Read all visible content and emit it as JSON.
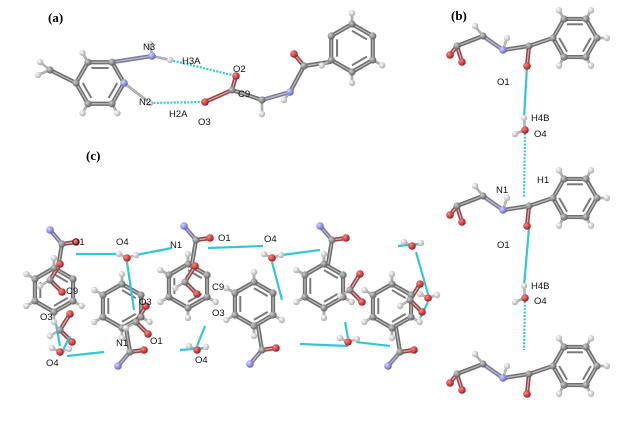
{
  "colors": {
    "carbon": "#8a8a8a",
    "carbon_dark": "#4a4a4a",
    "hydrogen": "#e6e6e6",
    "oxygen": "#d02020",
    "nitrogen": "#8c8cf0",
    "hbond": "#34c6d6",
    "background": "#ffffff"
  },
  "panels": {
    "a": {
      "letter": "(a)"
    },
    "b": {
      "letter": "(b)"
    },
    "c": {
      "letter": "(c)"
    }
  },
  "labels_a": [
    "N3",
    "H3A",
    "O2",
    "C9",
    "N2",
    "H2A",
    "O3"
  ],
  "labels_b": [
    "O1",
    "H4B",
    "O4",
    "N1",
    "H1",
    "O1",
    "H4B",
    "O4"
  ],
  "labels_c": [
    "O1",
    "O4",
    "N1",
    "O1",
    "O4",
    "C9",
    "O3",
    "C9",
    "O3",
    "O3",
    "N1",
    "O1",
    "O4",
    "O4"
  ]
}
